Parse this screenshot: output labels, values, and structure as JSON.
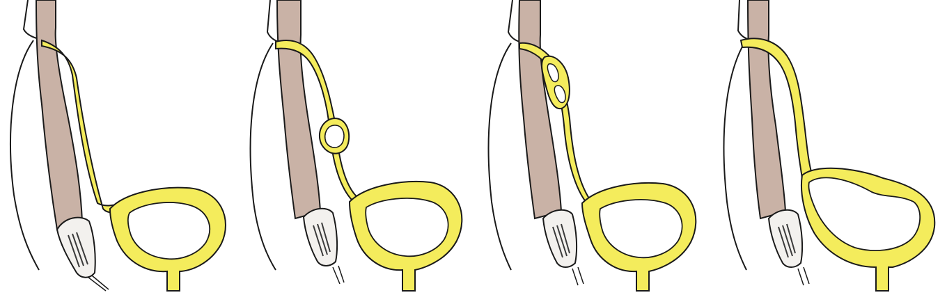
{
  "figure": {
    "panels": [
      {
        "variant": "narrow parallel channel along the column"
      },
      {
        "variant": "channel with a single round bulge"
      },
      {
        "variant": "channel with an elongated double pouch"
      },
      {
        "variant": "broad channel widening into the reservoir"
      }
    ]
  },
  "colors": {
    "background": "#ffffff",
    "outline": "#1a1a1a",
    "fluid": "#f4ec5c",
    "column": "#c9b2a6",
    "cap": "#f3f1ee",
    "hatch": "#3a3a3a"
  }
}
